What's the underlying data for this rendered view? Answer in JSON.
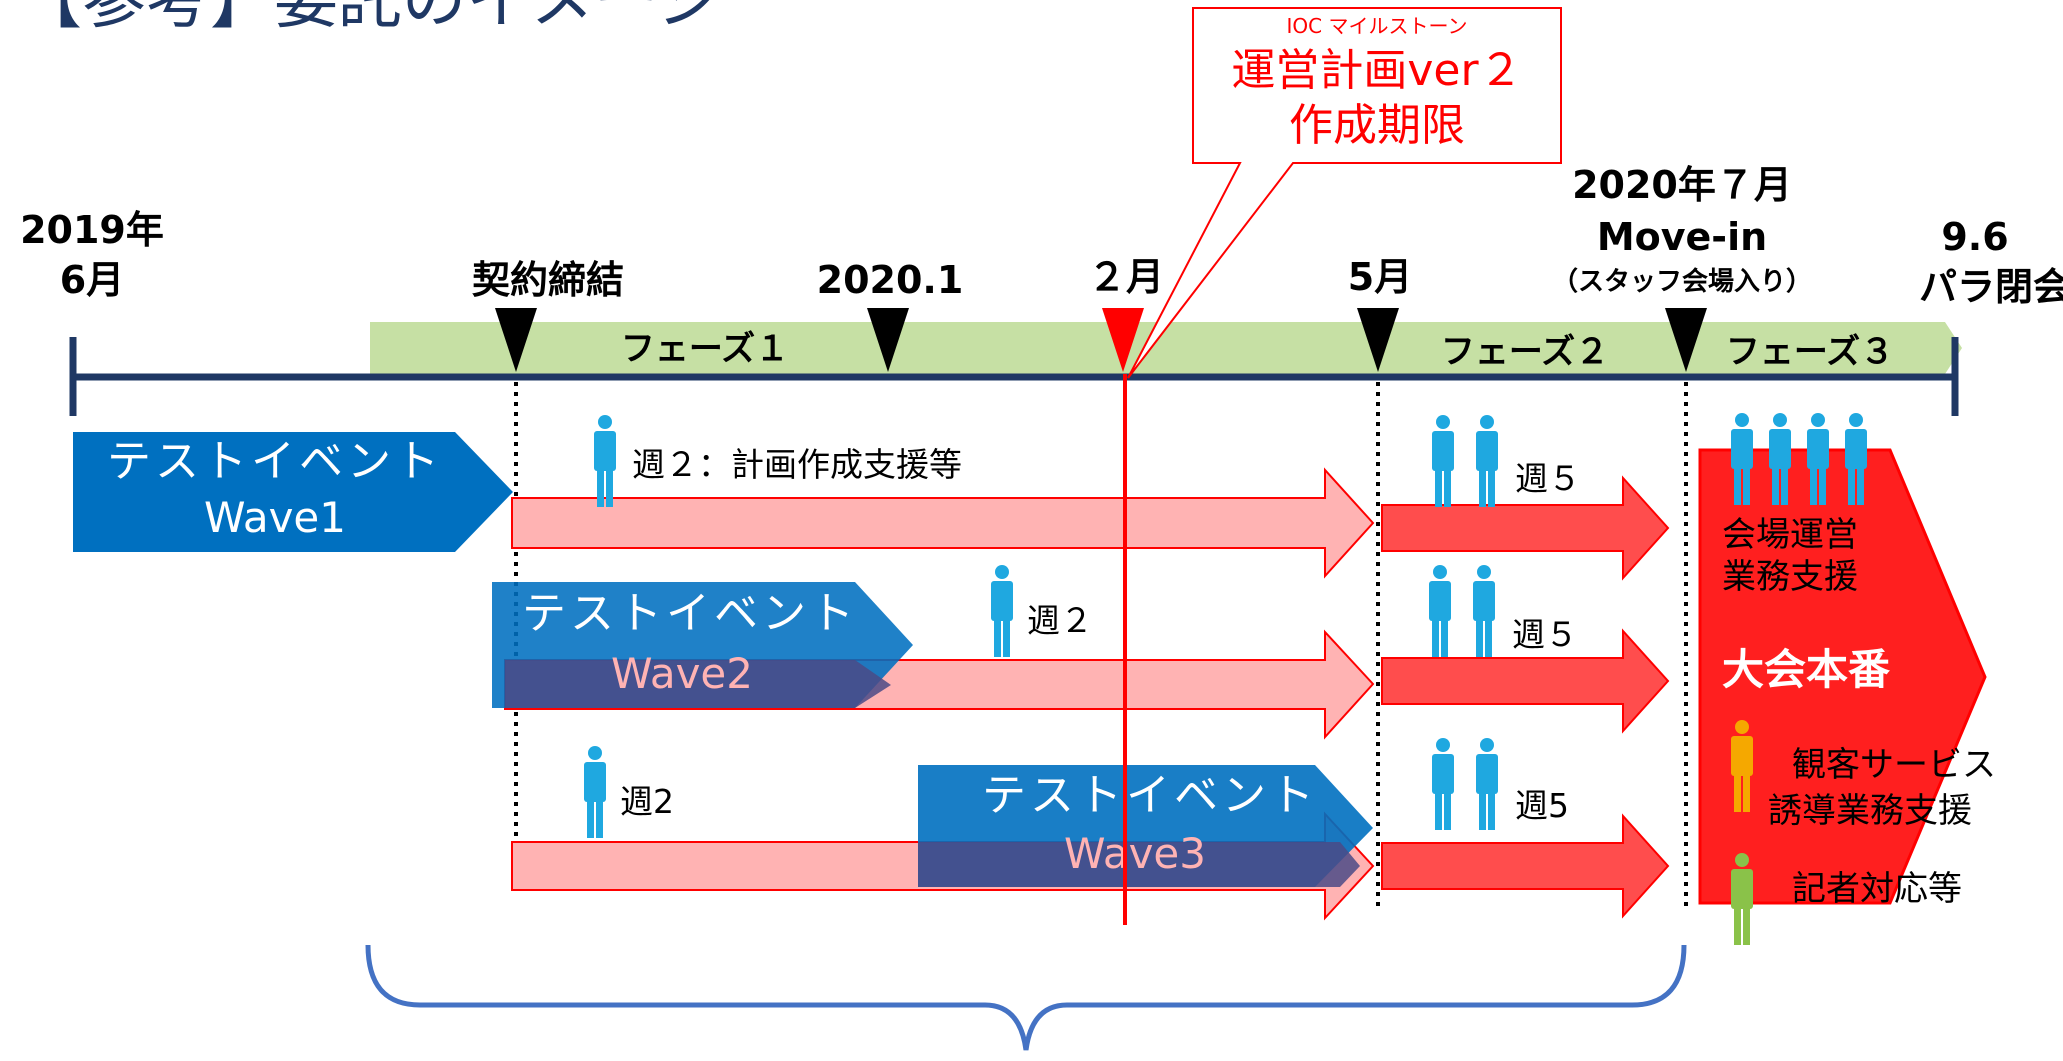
{
  "title": "【参考】委託のイメージ",
  "milestone": {
    "small": "IOC マイルストーン",
    "line1": "運営計画ver２",
    "line2": "作成期限"
  },
  "dates": {
    "start_year": "2019年",
    "start_month": "6月",
    "contract": "契約締結",
    "jan": "2020.1",
    "feb": "２月",
    "may": "5月",
    "movein_l1": "2020年７月",
    "movein_l2": "Move-in",
    "movein_l3": "（スタッフ会場入り）",
    "end_l1": "9.6",
    "end_l2": "パラ閉会"
  },
  "phases": [
    "フェーズ１",
    "フェーズ２",
    "フェーズ３"
  ],
  "waves": [
    {
      "l1": "テストイベント",
      "l2": "Wave1"
    },
    {
      "l1": "テストイベント",
      "l2": "Wave2"
    },
    {
      "l1": "テストイベント",
      "l2": "Wave3"
    }
  ],
  "staff_labels": {
    "r1a": "週２：計画作成支援等",
    "r1b": "週５",
    "r2a": "週２",
    "r2b": "週５",
    "r3a": "週2",
    "r3b": "週5"
  },
  "games": {
    "venue_l1": "会場運営",
    "venue_l2": "業務支援",
    "main": "大会本番",
    "spectator_l1": "観客サービス",
    "spectator_l2": "誘導業務支援",
    "press": "記者対応等"
  },
  "colors": {
    "timeline": "#1f3864",
    "phase_band": "#c6e0a4",
    "wave_box": "#0070c0",
    "pink_arrow": "#ffb3b3",
    "red_arrow": "#ff4d4d",
    "games_red": "#ff1f1f",
    "staff_blue": "#1fa8e0",
    "staff_orange": "#f5a800",
    "staff_green": "#8ac249",
    "milestone_red": "#ff0000",
    "brace": "#4472c4"
  }
}
